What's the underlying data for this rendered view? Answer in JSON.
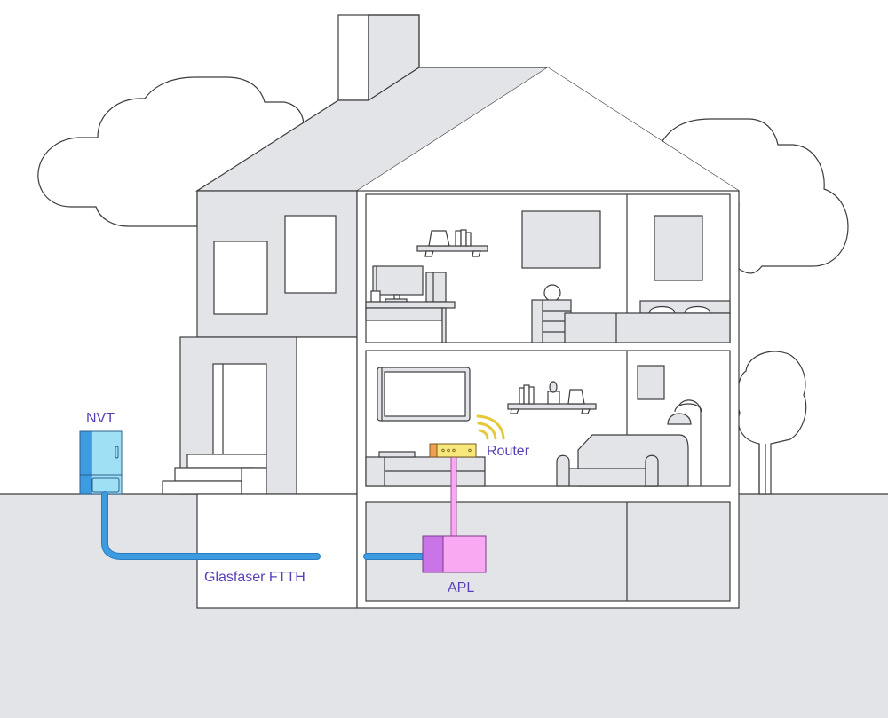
{
  "diagram": {
    "title": "FTTH Hausanschluss",
    "labels": {
      "nvt": "NVT",
      "fiber": "Glasfaser FTTH",
      "apl": "APL",
      "router": "Router"
    },
    "colors": {
      "label": "#5a3fb8",
      "fiber": "#3d9be0",
      "fiber_dark": "#2a7cc2",
      "nvt_body": "#9fe0f5",
      "nvt_side": "#3d9be0",
      "apl_light": "#f9a8f2",
      "apl_dark": "#c975e8",
      "router_body": "#f7e87c",
      "router_side": "#f0a050",
      "wifi": "#e6c93a",
      "ground": "#e3e4e8",
      "wall": "#e3e4e8",
      "outline": "#3c3c3c"
    },
    "nodes": [
      {
        "id": "nvt",
        "label": "NVT"
      },
      {
        "id": "apl",
        "label": "APL"
      },
      {
        "id": "router",
        "label": "Router"
      }
    ],
    "edges": [
      {
        "from": "nvt",
        "to": "apl",
        "label": "Glasfaser FTTH"
      },
      {
        "from": "apl",
        "to": "router",
        "label": ""
      }
    ]
  }
}
